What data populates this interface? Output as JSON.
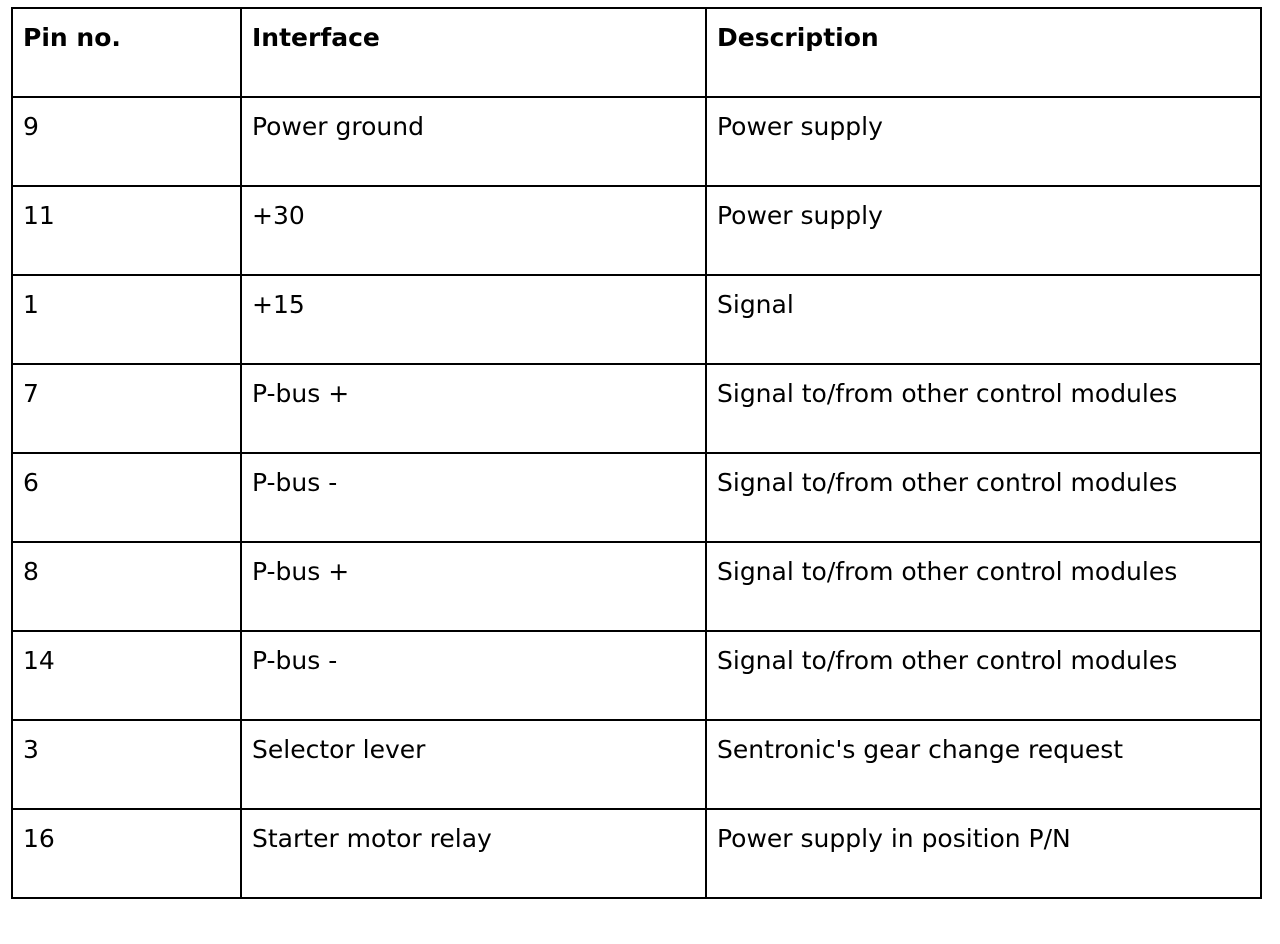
{
  "table": {
    "headers": [
      "Pin no.",
      "Interface",
      "Description"
    ],
    "rows": [
      {
        "pin": "9",
        "interface": "Power ground",
        "description": "Power supply"
      },
      {
        "pin": "11",
        "interface": "+30",
        "description": "Power supply"
      },
      {
        "pin": "1",
        "interface": "+15",
        "description": "Signal"
      },
      {
        "pin": "7",
        "interface": "P-bus +",
        "description": "Signal to/from other control modules"
      },
      {
        "pin": "6",
        "interface": "P-bus -",
        "description": "Signal to/from other control modules"
      },
      {
        "pin": "8",
        "interface": "P-bus +",
        "description": "Signal to/from other control modules"
      },
      {
        "pin": "14",
        "interface": "P-bus -",
        "description": "Signal to/from other control modules"
      },
      {
        "pin": "3",
        "interface": "Selector lever",
        "description": "Sentronic's gear change request"
      },
      {
        "pin": "16",
        "interface": "Starter motor relay",
        "description": "Power supply in position P/N"
      }
    ]
  }
}
